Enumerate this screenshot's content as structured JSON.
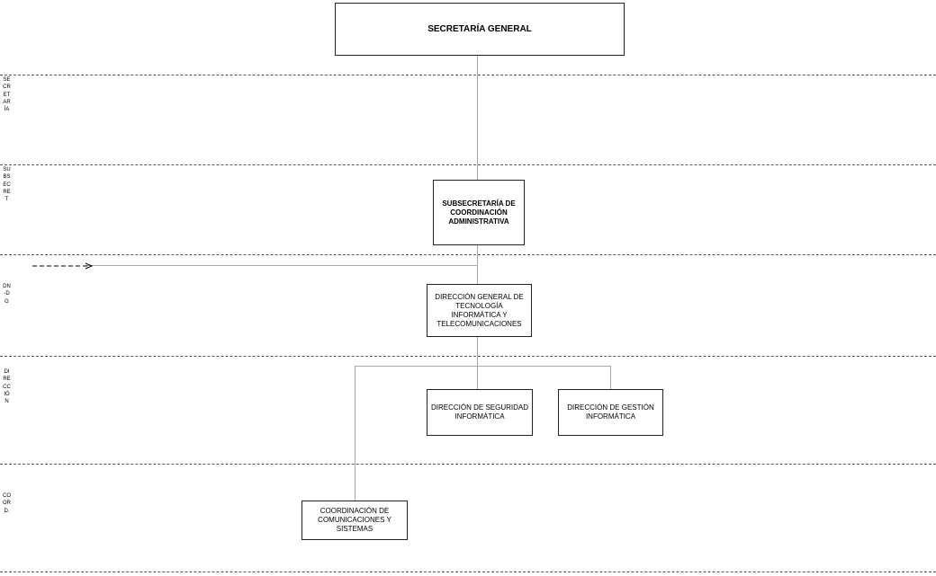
{
  "levels": [
    {
      "label": "SECRETARÍA"
    },
    {
      "label": "SUBSECRET"
    },
    {
      "label": "DN-DG"
    },
    {
      "label": "DIRECCIÓN"
    },
    {
      "label": "COORD."
    }
  ],
  "nodes": {
    "secretaria_general": "SECRETARÍA GENERAL",
    "subsecretaria": "SUBSECRETARÍA DE COORDINACIÓN ADMINISTRATIVA",
    "direccion_general": "DIRECCIÓN GENERAL DE TECNOLOGÍA INFORMÁTICA Y TELECOMUNICACIONES",
    "direccion_seguridad": "DIRECCIÓN DE SEGURIDAD INFORMÁTICA",
    "direccion_gestion": "DIRECCIÓN DE GESTIÓN INFORMÁTICA",
    "coordinacion": "COORDINACIÓN DE COMUNICACIONES Y SISTEMAS"
  },
  "colors": {
    "connector": "#a8a8a8",
    "border": "#222222",
    "separator": "#555555"
  }
}
